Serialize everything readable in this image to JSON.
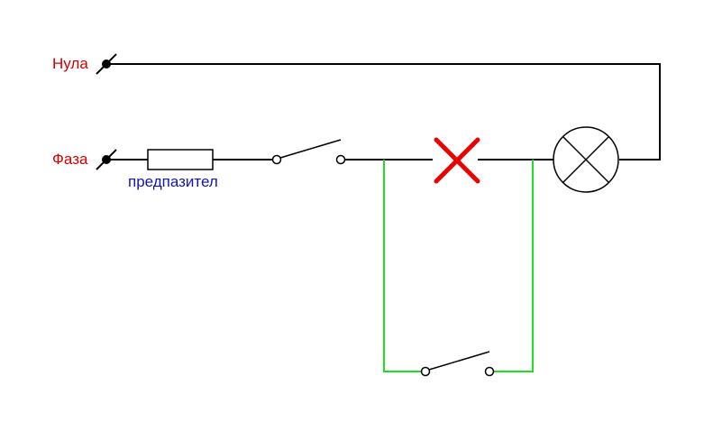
{
  "labels": {
    "neutral": "Нула",
    "phase": "Фаза",
    "fuse": "предпазител"
  },
  "colors": {
    "wire": "#000000",
    "bypass_wire": "#22dd22",
    "terminal_label": "#d40000",
    "fuse_label": "#1515b0",
    "cross_mark": "#ee0000"
  },
  "icons": [
    "terminal-icon",
    "fuse-icon",
    "switch-icon",
    "lamp-icon",
    "cross-mark-icon"
  ]
}
